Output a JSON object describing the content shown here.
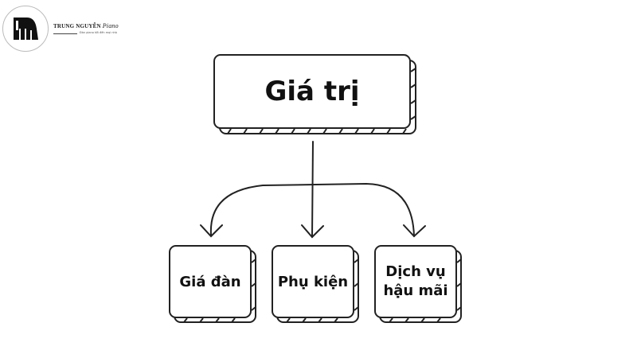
{
  "logo": {
    "brand": "TRUNG NGUYỄN",
    "brand_script": "Piano",
    "tagline": "Đàn piano tốt đến mọi nhà"
  },
  "diagram": {
    "root": "Giá trị",
    "children": [
      "Giá đàn",
      "Phụ kiện",
      "Dịch vụ hậu mãi"
    ]
  }
}
